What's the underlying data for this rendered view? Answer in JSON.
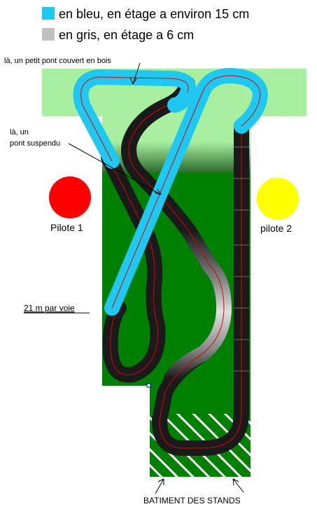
{
  "legend": {
    "blue_swatch_color": "#1ec8f0",
    "blue_text": "en bleu, en étage a environ 15 cm",
    "gray_swatch_color": "#c0c0c0",
    "gray_text": "en gris, en étage a 6 cm"
  },
  "annotations": {
    "wood_bridge": "là, un petit pont couvert en bois",
    "suspended_bridge_line1": "là, un",
    "suspended_bridge_line2": "pont suspendu",
    "length_per_lane": "21 m par voie",
    "pit_building": "BATIMENT DES STANDS"
  },
  "drivers": {
    "pilot1": {
      "label": "Pilote 1",
      "color": "#ff0000"
    },
    "pilot2": {
      "label": "pilote 2",
      "color": "#ffff00"
    }
  },
  "colors": {
    "lawn_light": "#a8f0a0",
    "board_green": "#008000",
    "track_dark": "#1a1a1a",
    "track_blue": "#1ec8f0",
    "lane_line": "#e00000",
    "hatch": "#ffffff"
  }
}
